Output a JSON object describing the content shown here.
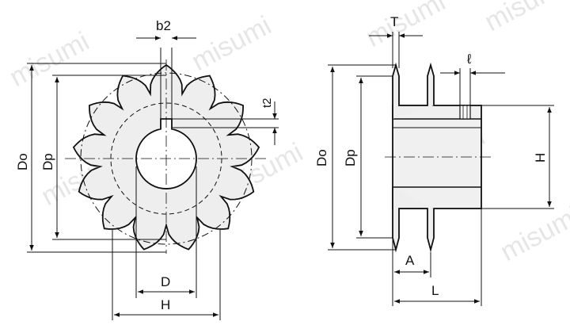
{
  "watermark": {
    "text": "misumi",
    "count": 8
  },
  "front_view": {
    "teeth": 13,
    "labels": {
      "b2": "b2",
      "t2": "t2",
      "Do": "Do",
      "Dp": "Dp",
      "D": "D",
      "H": "H"
    }
  },
  "side_view": {
    "labels": {
      "T": "T",
      "l": "ℓ",
      "Do": "Do",
      "Dp": "Dp",
      "H": "H",
      "A": "A",
      "L": "L"
    }
  },
  "colors": {
    "stroke": "#111111",
    "fill": "#eeeeee",
    "hub_fill": "#f0f0f0",
    "watermark": "#e6e6e6"
  }
}
